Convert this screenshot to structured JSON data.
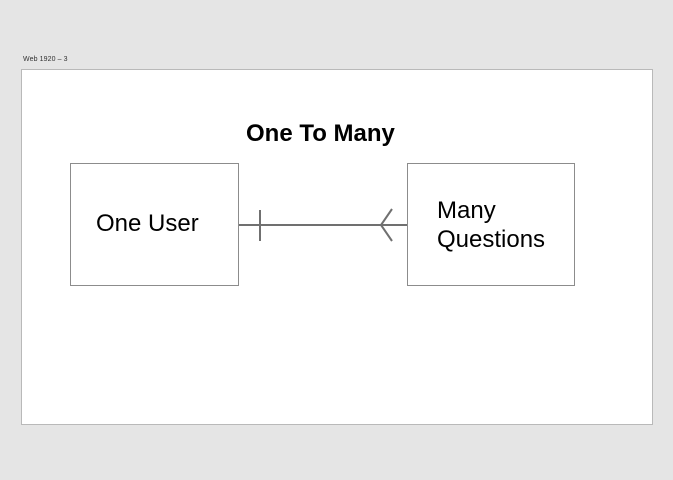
{
  "frame": {
    "label": "Web 1920 – 3"
  },
  "diagram": {
    "title": "One To Many",
    "entities": {
      "left": "One User",
      "right": "Many Questions"
    },
    "relationship": {
      "left_end": "one",
      "right_end": "many"
    },
    "colors": {
      "background": "#e5e5e5",
      "frame": "#ffffff",
      "box_border": "#8c8c8c",
      "connector": "#707070",
      "text": "#000000"
    }
  }
}
